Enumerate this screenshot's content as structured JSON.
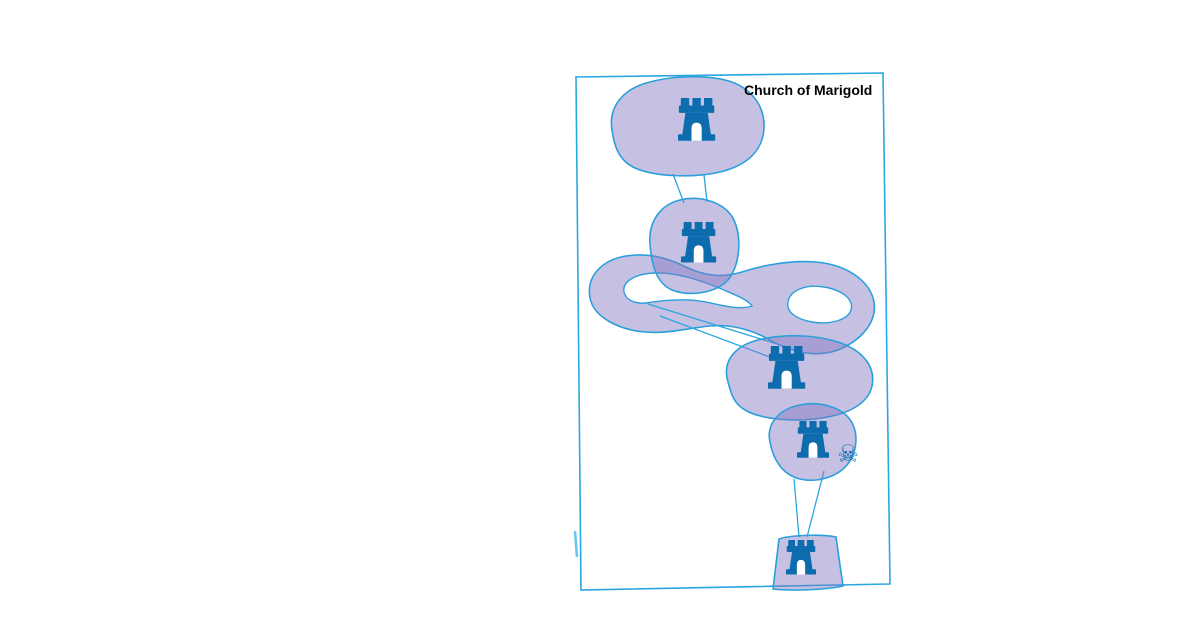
{
  "map": {
    "title": "Church of Marigold",
    "regions": [
      {
        "id": "region-top",
        "icon": "castle"
      },
      {
        "id": "region-upper-mid",
        "icon": "castle"
      },
      {
        "id": "region-ring",
        "icon": null
      },
      {
        "id": "region-mid",
        "icon": "castle"
      },
      {
        "id": "region-lower",
        "icon": "castle",
        "badge": "skull-crossbones"
      },
      {
        "id": "region-bottom",
        "icon": "castle"
      }
    ]
  },
  "icons": {
    "castle": "castle-tower-icon",
    "skull_glyph": "☠"
  },
  "colors": {
    "background": "#ffffff",
    "boundary": "#2aa7e0",
    "region_stroke": "#2a9fdb",
    "region_fill": "rgba(128,118,193,0.45)",
    "castle": "#0d6cae",
    "label_text": "#000000"
  }
}
